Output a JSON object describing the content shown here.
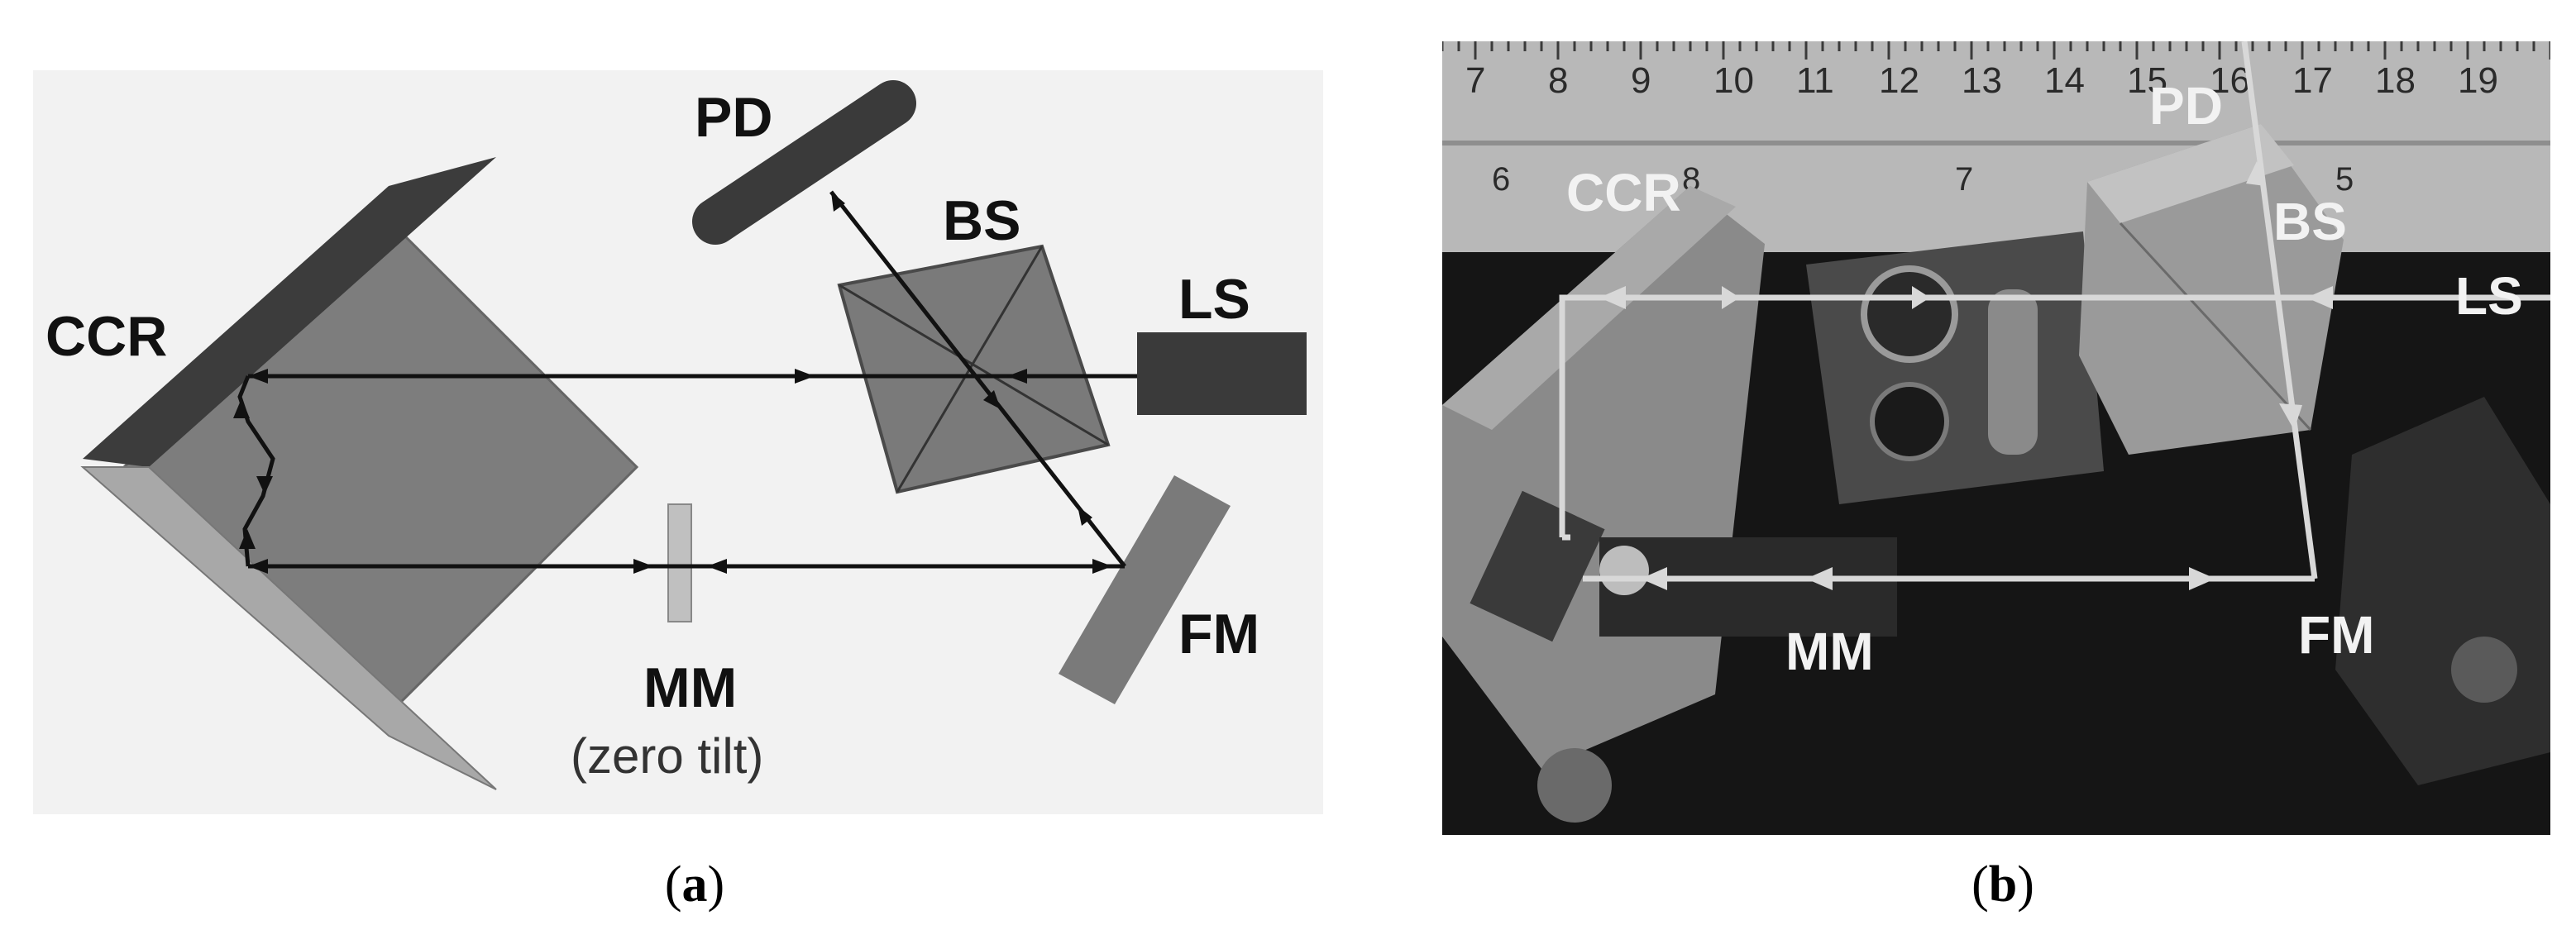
{
  "panel_a": {
    "labels": {
      "pd": "PD",
      "bs": "BS",
      "ls": "LS",
      "ccr": "CCR",
      "fm": "FM",
      "mm": "MM",
      "mm_note": "(zero tilt)"
    }
  },
  "panel_b": {
    "ruler_numbers": [
      "7",
      "8",
      "9",
      "10",
      "11",
      "12",
      "13",
      "14",
      "15",
      "16",
      "17",
      "18",
      "19"
    ],
    "ruler_inch_numbers": [
      "6",
      "8",
      "7",
      "5"
    ],
    "labels": {
      "ccr": "CCR",
      "pd": "PD",
      "bs": "BS",
      "ls": "LS",
      "mm": "MM",
      "fm": "FM"
    }
  },
  "captions": {
    "a": "a",
    "b": "b"
  },
  "colors": {
    "beam_a": "#111111",
    "beam_b": "#d8d8d8",
    "component_dark": "#3a3a3a",
    "component_mid": "#7a7a7a"
  }
}
